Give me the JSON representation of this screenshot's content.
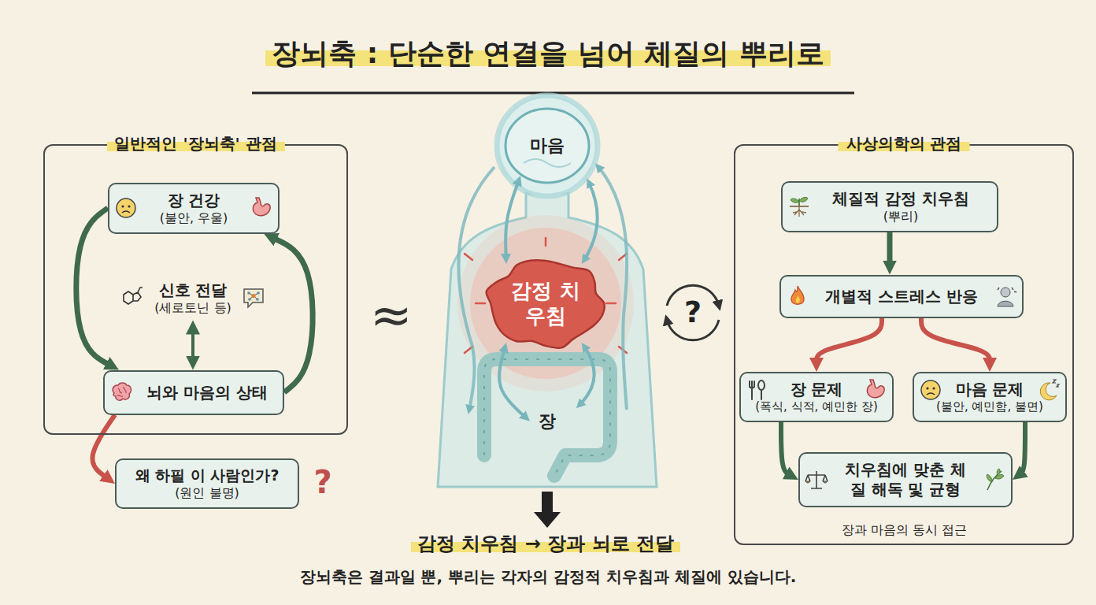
{
  "diagram": {
    "title": "장뇌축 : 단순한 연결을 넘어 체질의 뿌리로",
    "caption": "장뇌축은 결과일 뿐, 뿌리는 각자의 감정적 치우침과 체질에 있습니다.",
    "nodes": [
      {
        "text": [
          "일반적인 '장뇌축' 관점"
        ]
      },
      {
        "text": [
          "장 건강",
          "(불안, 우울)"
        ],
        "in": 0
      },
      {
        "text": [
          "신호 전달",
          "(세로토닌 등)"
        ],
        "in": 0
      },
      {
        "text": [
          "뇌와 마음의 상태"
        ],
        "in": 0
      },
      {
        "text": [
          "왜 하필 이 사람인가?",
          "(원인 불명)"
        ]
      },
      {
        "text": [
          "마음"
        ]
      },
      {
        "text": [
          "감정 치우침"
        ]
      },
      {
        "text": [
          "장"
        ]
      },
      {
        "text": [
          "사상의학의 관점"
        ]
      },
      {
        "text": [
          "체질적 감정 치우침",
          "(뿌리)"
        ],
        "in": 8
      },
      {
        "text": [
          "개별적 스트레스 반응"
        ],
        "in": 8
      },
      {
        "text": [
          "장 문제",
          "(폭식, 식적, 예민한 장)"
        ],
        "in": 8
      },
      {
        "text": [
          "마음 문제",
          "(불안, 예민함, 불면)"
        ],
        "in": 8
      },
      {
        "text": [
          "치우침에 맞춘 체질 해독 및 균형"
        ],
        "in": 8
      }
    ],
    "edges": [
      {
        "from": 1,
        "to": 3,
        "arrow": "to"
      },
      {
        "from": 3,
        "to": 1,
        "arrow": "to"
      },
      {
        "from": 2,
        "to": 3,
        "arrow": "both"
      },
      {
        "from": 3,
        "to": 4,
        "arrow": "to"
      },
      {
        "from": 5,
        "to": 6,
        "arrow": "both"
      },
      {
        "from": 6,
        "to": 7,
        "arrow": "both"
      },
      {
        "from": 9,
        "to": 10,
        "arrow": "to"
      },
      {
        "from": 10,
        "to": 11,
        "arrow": "to"
      },
      {
        "from": 10,
        "to": 12,
        "arrow": "to"
      },
      {
        "from": 11,
        "to": 13,
        "arrow": "to"
      },
      {
        "from": 12,
        "to": 13,
        "arrow": "to"
      }
    ],
    "labels": [
      "≈",
      "?",
      "?",
      "장과 마음의 동시 접근",
      "감정 치우침 → 장과 뇌로 전달"
    ]
  }
}
